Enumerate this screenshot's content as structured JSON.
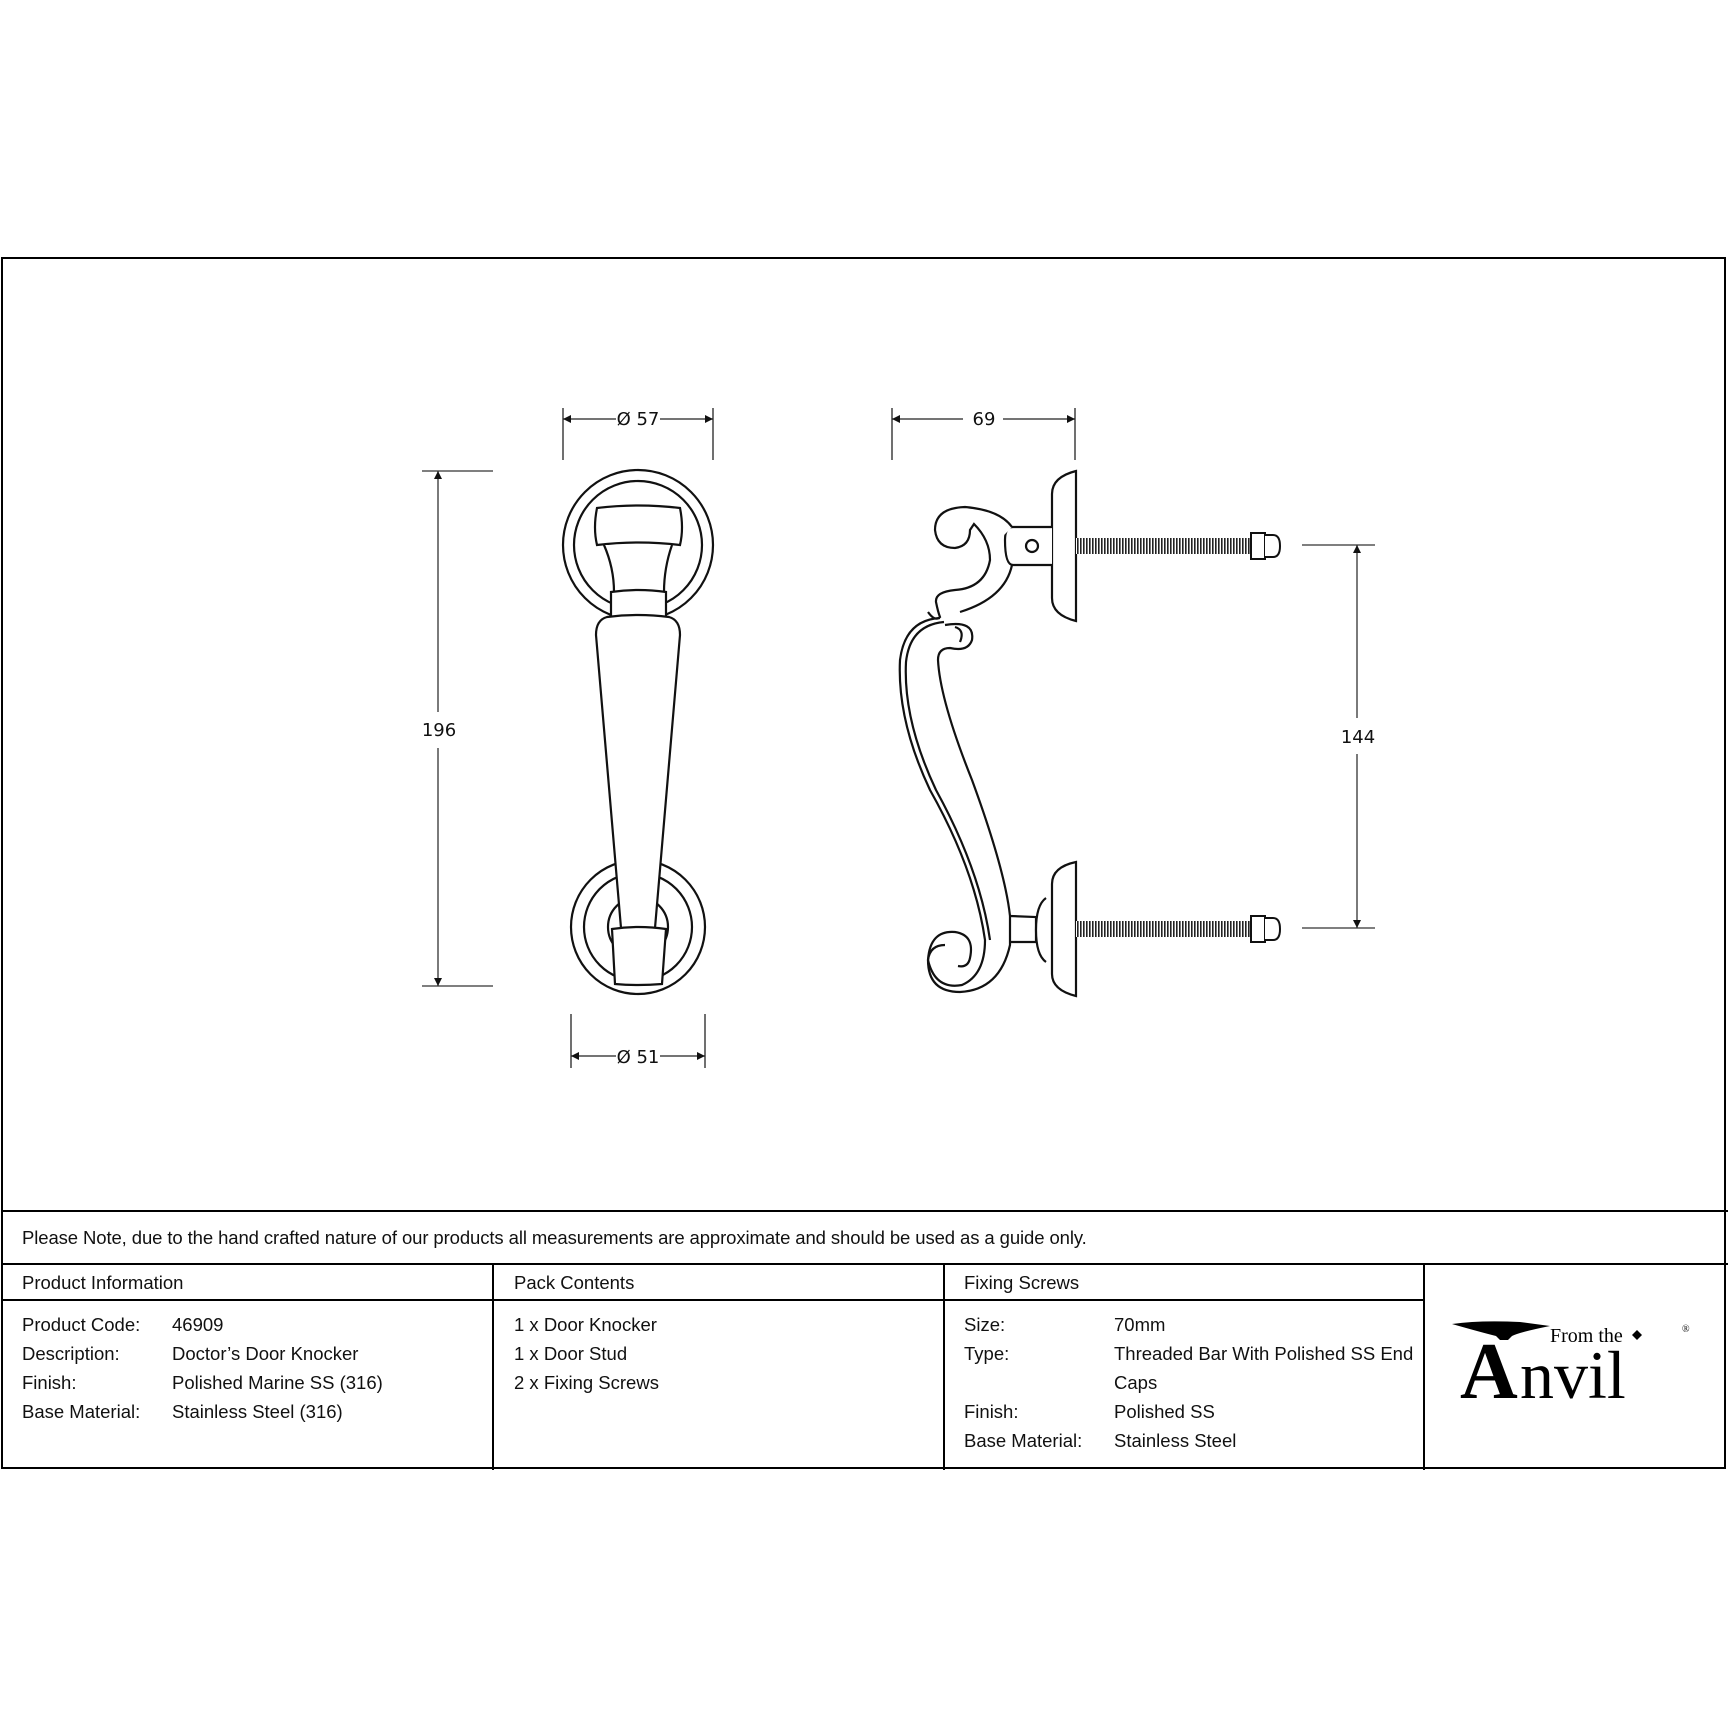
{
  "drawing": {
    "front_view": {
      "top_diameter_label": "Ø 57",
      "bottom_diameter_label": "Ø 51",
      "height_label": "196"
    },
    "side_view": {
      "projection_label": "69",
      "fixing_centres_label": "144"
    }
  },
  "note": "Please Note, due to the hand crafted nature of our products all measurements are approximate and should be used as a guide only.",
  "product_information": {
    "heading": "Product Information",
    "rows": [
      {
        "label": "Product Code:",
        "value": "46909"
      },
      {
        "label": "Description:",
        "value": "Doctor’s Door Knocker"
      },
      {
        "label": "Finish:",
        "value": "Polished Marine SS (316)"
      },
      {
        "label": "Base Material:",
        "value": "Stainless Steel (316)"
      }
    ]
  },
  "pack_contents": {
    "heading": "Pack Contents",
    "items": [
      "1 x Door Knocker",
      "1 x Door Stud",
      "2 x Fixing Screws"
    ]
  },
  "fixing_screws": {
    "heading": "Fixing Screws",
    "rows": [
      {
        "label": "Size:",
        "value": "70mm"
      },
      {
        "label": "Type:",
        "value": "Threaded Bar With Polished SS End"
      },
      {
        "label": "",
        "value": "Caps"
      },
      {
        "label": "Finish:",
        "value": "Polished SS"
      },
      {
        "label": "Base Material:",
        "value": "Stainless Steel"
      }
    ]
  },
  "logo": {
    "prefix": "From the",
    "initial": "A",
    "rest": "nvil",
    "registered": "®"
  }
}
